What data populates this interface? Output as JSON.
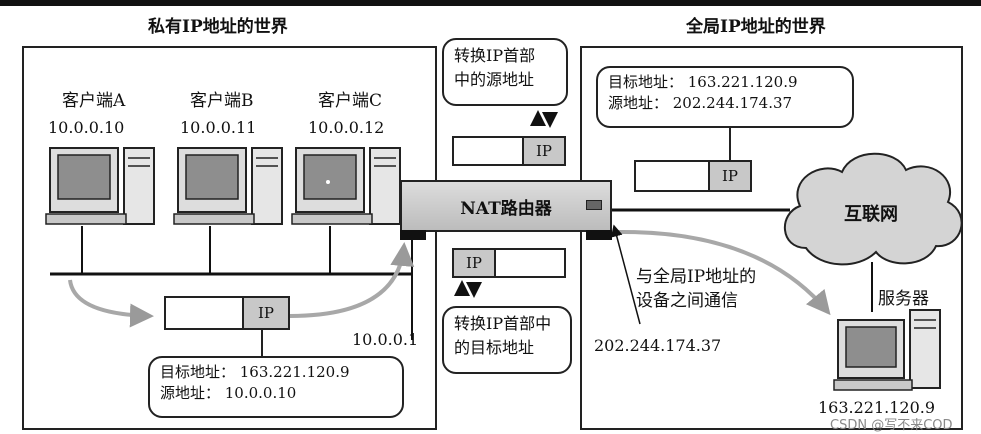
{
  "private_world": {
    "title": "私有IP地址的世界",
    "clients": [
      {
        "name": "客户端A",
        "ip": "10.0.0.10"
      },
      {
        "name": "客户端B",
        "ip": "10.0.0.11"
      },
      {
        "name": "客户端C",
        "ip": "10.0.0.12"
      }
    ],
    "packet_label": "IP",
    "address_bubble": {
      "dest": "目标地址：  163.221.120.9",
      "src": "源地址：  10.0.0.10"
    },
    "router_inner_ip": "10.0.0.1"
  },
  "nat": {
    "router_label": "NAT路由器",
    "top_bubble": {
      "line1": "转换IP首部",
      "line2": "中的源地址"
    },
    "bottom_bubble": {
      "line1": "转换IP首部中",
      "line2": "的目标地址"
    },
    "packet_label_top": "IP",
    "packet_label_bottom": "IP"
  },
  "global_world": {
    "title": "全局IP地址的世界",
    "address_bubble": {
      "dest": "目标地址：  163.221.120.9",
      "src": "源地址：  202.244.174.37"
    },
    "packet_label": "IP",
    "internet_label": "互联网",
    "comm_note_line1": "与全局IP地址的",
    "comm_note_line2": "设备之间通信",
    "router_outer_ip": "202.244.174.37",
    "server_label": "服务器",
    "server_ip": "163.221.120.9"
  },
  "watermark": "CSDN @写不来COD"
}
